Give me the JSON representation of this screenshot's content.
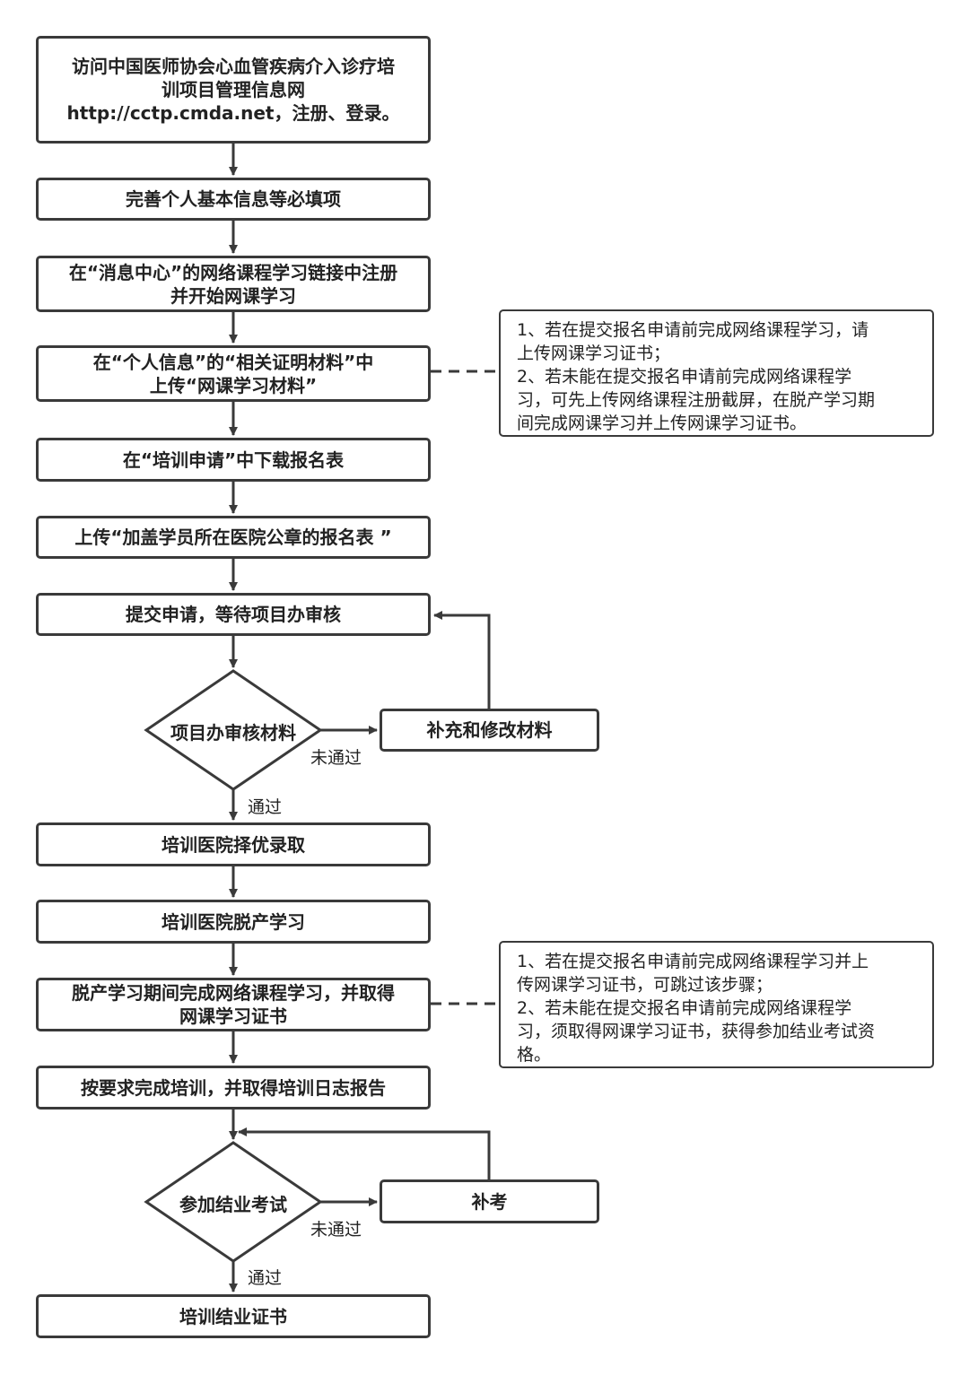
{
  "steps": {
    "s1": [
      "访问中国医师协会心血管疾病介入诊疗培",
      "训项目管理信息网",
      "http://cctp.cmda.net，注册、登录。"
    ],
    "s2": "完善个人基本信息等必填项",
    "s3": [
      "在“消息中心”的网络课程学习链接中注册",
      "并开始网课学习"
    ],
    "s4": [
      "在“个人信息”的“相关证明材料”中",
      "上传“网课学习材料”"
    ],
    "s5": "在“培训申请”中下载报名表",
    "s6": "上传“加盖学员所在医院公章的报名表 ”",
    "s7": "提交申请，等待项目办审核",
    "d1": "项目办审核材料",
    "r1": "补充和修改材料",
    "s8": "培训医院择优录取",
    "s9": "培训医院脱产学习",
    "s10": [
      "脱产学习期间完成网络课程学习，并取得",
      "网课学习证书"
    ],
    "s11": "按要求完成培训，并取得培训日志报告",
    "d2": "参加结业考试",
    "r2": "补考",
    "s12": "培训结业证书"
  },
  "labels": {
    "fail1": "未通过",
    "pass1": "通过",
    "fail2": "未通过",
    "pass2": "通过"
  },
  "notes": {
    "n1": [
      "1、若在提交报名申请前完成网络课程学习，请",
      "上传网课学习证书；",
      "2、若未能在提交报名申请前完成网络课程学",
      "习，可先上传网络课程注册截屏，在脱产学习期",
      "间完成网课学习并上传网课学习证书。"
    ],
    "n2": [
      "1、若在提交报名申请前完成网络课程学习并上",
      "传网课学习证书，可跳过该步骤；",
      "2、若未能在提交报名申请前完成网络课程学",
      "习，须取得网课学习证书，获得参加结业考试资",
      "格。"
    ]
  },
  "colors": {
    "stroke": "#3a3a3a",
    "text": "#222222",
    "background": "#ffffff"
  }
}
